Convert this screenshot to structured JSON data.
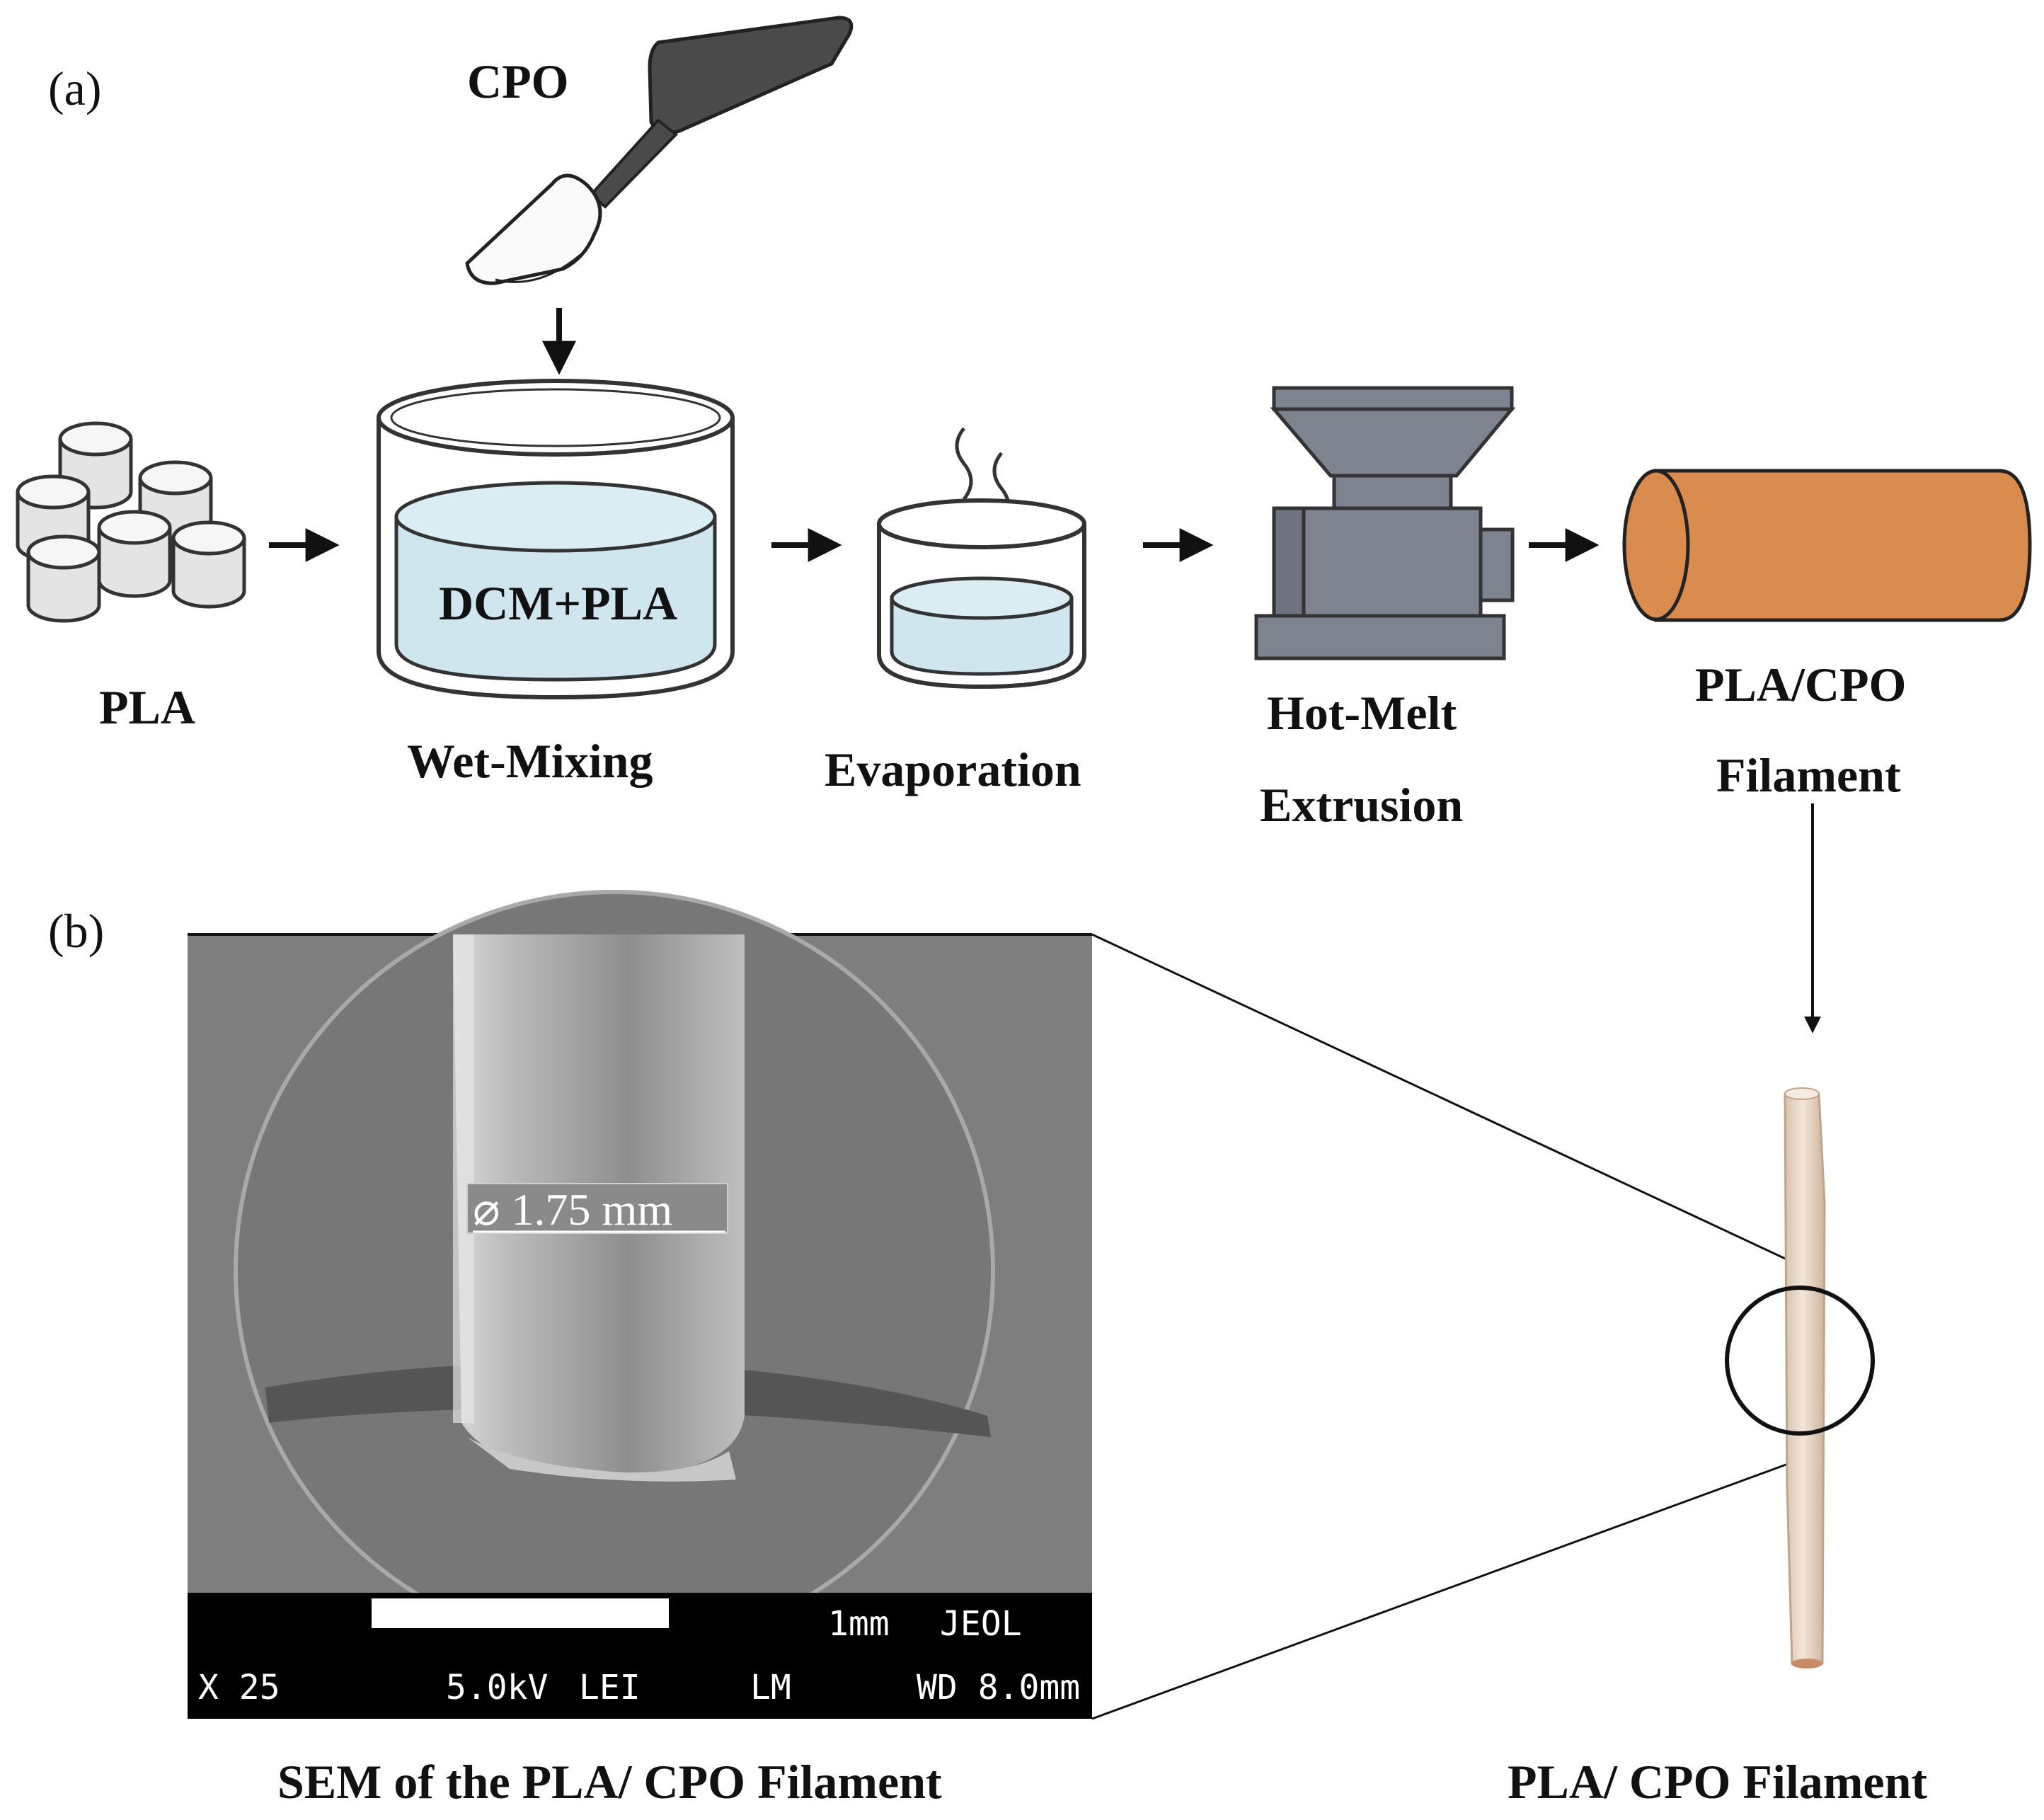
{
  "panels": {
    "a": "(a)",
    "b": "(b)"
  },
  "labels": {
    "cpo": "CPO",
    "pla": "PLA",
    "dcm_pla": "DCM+PLA",
    "wet_mixing": "Wet-Mixing",
    "evaporation": "Evaporation",
    "hot_melt_line1": "Hot-Melt",
    "hot_melt_line2": "Extrusion",
    "pla_cpo_line1": "PLA/CPO",
    "pla_cpo_line2": "Filament"
  },
  "sem": {
    "diameter_label": "⌀ 1.75 mm",
    "scale_bar_label": "1mm",
    "brand": "JEOL",
    "magnification": "X 25",
    "voltage": "5.0kV",
    "detector": "LEI",
    "mode": "LM",
    "working_distance": "WD 8.0mm",
    "caption": "SEM of the PLA/ CPO Filament"
  },
  "photo": {
    "caption": "PLA/ CPO Filament"
  },
  "colors": {
    "liquid": "#cfe6ee",
    "filament_orange": "#d98c4d",
    "machine_gray": "#7d8490",
    "spatula_dark": "#4a4a4a",
    "sem_background": "#7e7e7e",
    "filament_photo": "#e9d6c6"
  },
  "icons": {
    "spatula": "spatula-icon",
    "pellets": "pla-pellets-icon",
    "mixing_beaker": "beaker-icon",
    "evaporation_beaker": "steaming-beaker-icon",
    "extruder": "extruder-icon",
    "filament": "filament-cylinder-icon"
  }
}
